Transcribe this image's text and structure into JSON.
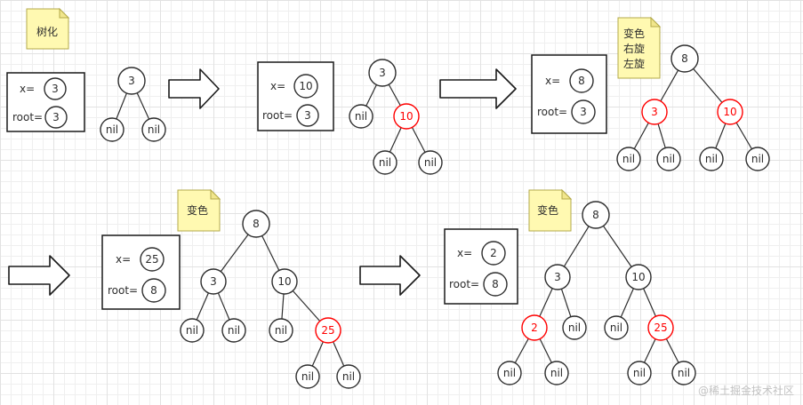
{
  "watermark": "@稀土掘金技术社区",
  "labels": {
    "x": "x=",
    "root": "root="
  },
  "colors": {
    "red_node": "#ff0000",
    "black_node": "#2d2d2d",
    "note_bg": "#fff9b1"
  },
  "stages": [
    {
      "note": {
        "lines": [
          "树化"
        ]
      },
      "box": {
        "x": "3",
        "root": "3"
      },
      "nodes": {
        "root": "3",
        "l": "nil",
        "r": "nil"
      }
    },
    {
      "box": {
        "x": "10",
        "root": "3"
      },
      "nodes": {
        "root": "3",
        "l": "nil",
        "r": "10",
        "rl": "nil",
        "rr": "nil"
      }
    },
    {
      "note": {
        "lines": [
          "变色",
          "右旋",
          "左旋"
        ]
      },
      "box": {
        "x": "8",
        "root": "3"
      },
      "nodes": {
        "root": "8",
        "l": "3",
        "r": "10",
        "ll": "nil",
        "lr": "nil",
        "rl": "nil",
        "rr": "nil"
      }
    },
    {
      "note": {
        "lines": [
          "变色"
        ]
      },
      "box": {
        "x": "25",
        "root": "8"
      },
      "nodes": {
        "root": "8",
        "l": "3",
        "r": "10",
        "ll": "nil",
        "lr": "nil",
        "rl": "nil",
        "rr": "25",
        "rrl": "nil",
        "rrr": "nil"
      }
    },
    {
      "note": {
        "lines": [
          "变色"
        ]
      },
      "box": {
        "x": "2",
        "root": "8"
      },
      "nodes": {
        "root": "8",
        "l": "3",
        "r": "10",
        "ll": "2",
        "lr": "nil",
        "rl": "nil",
        "rr": "25",
        "lll": "nil",
        "llr": "nil",
        "rrl": "nil",
        "rrr": "nil"
      }
    }
  ]
}
